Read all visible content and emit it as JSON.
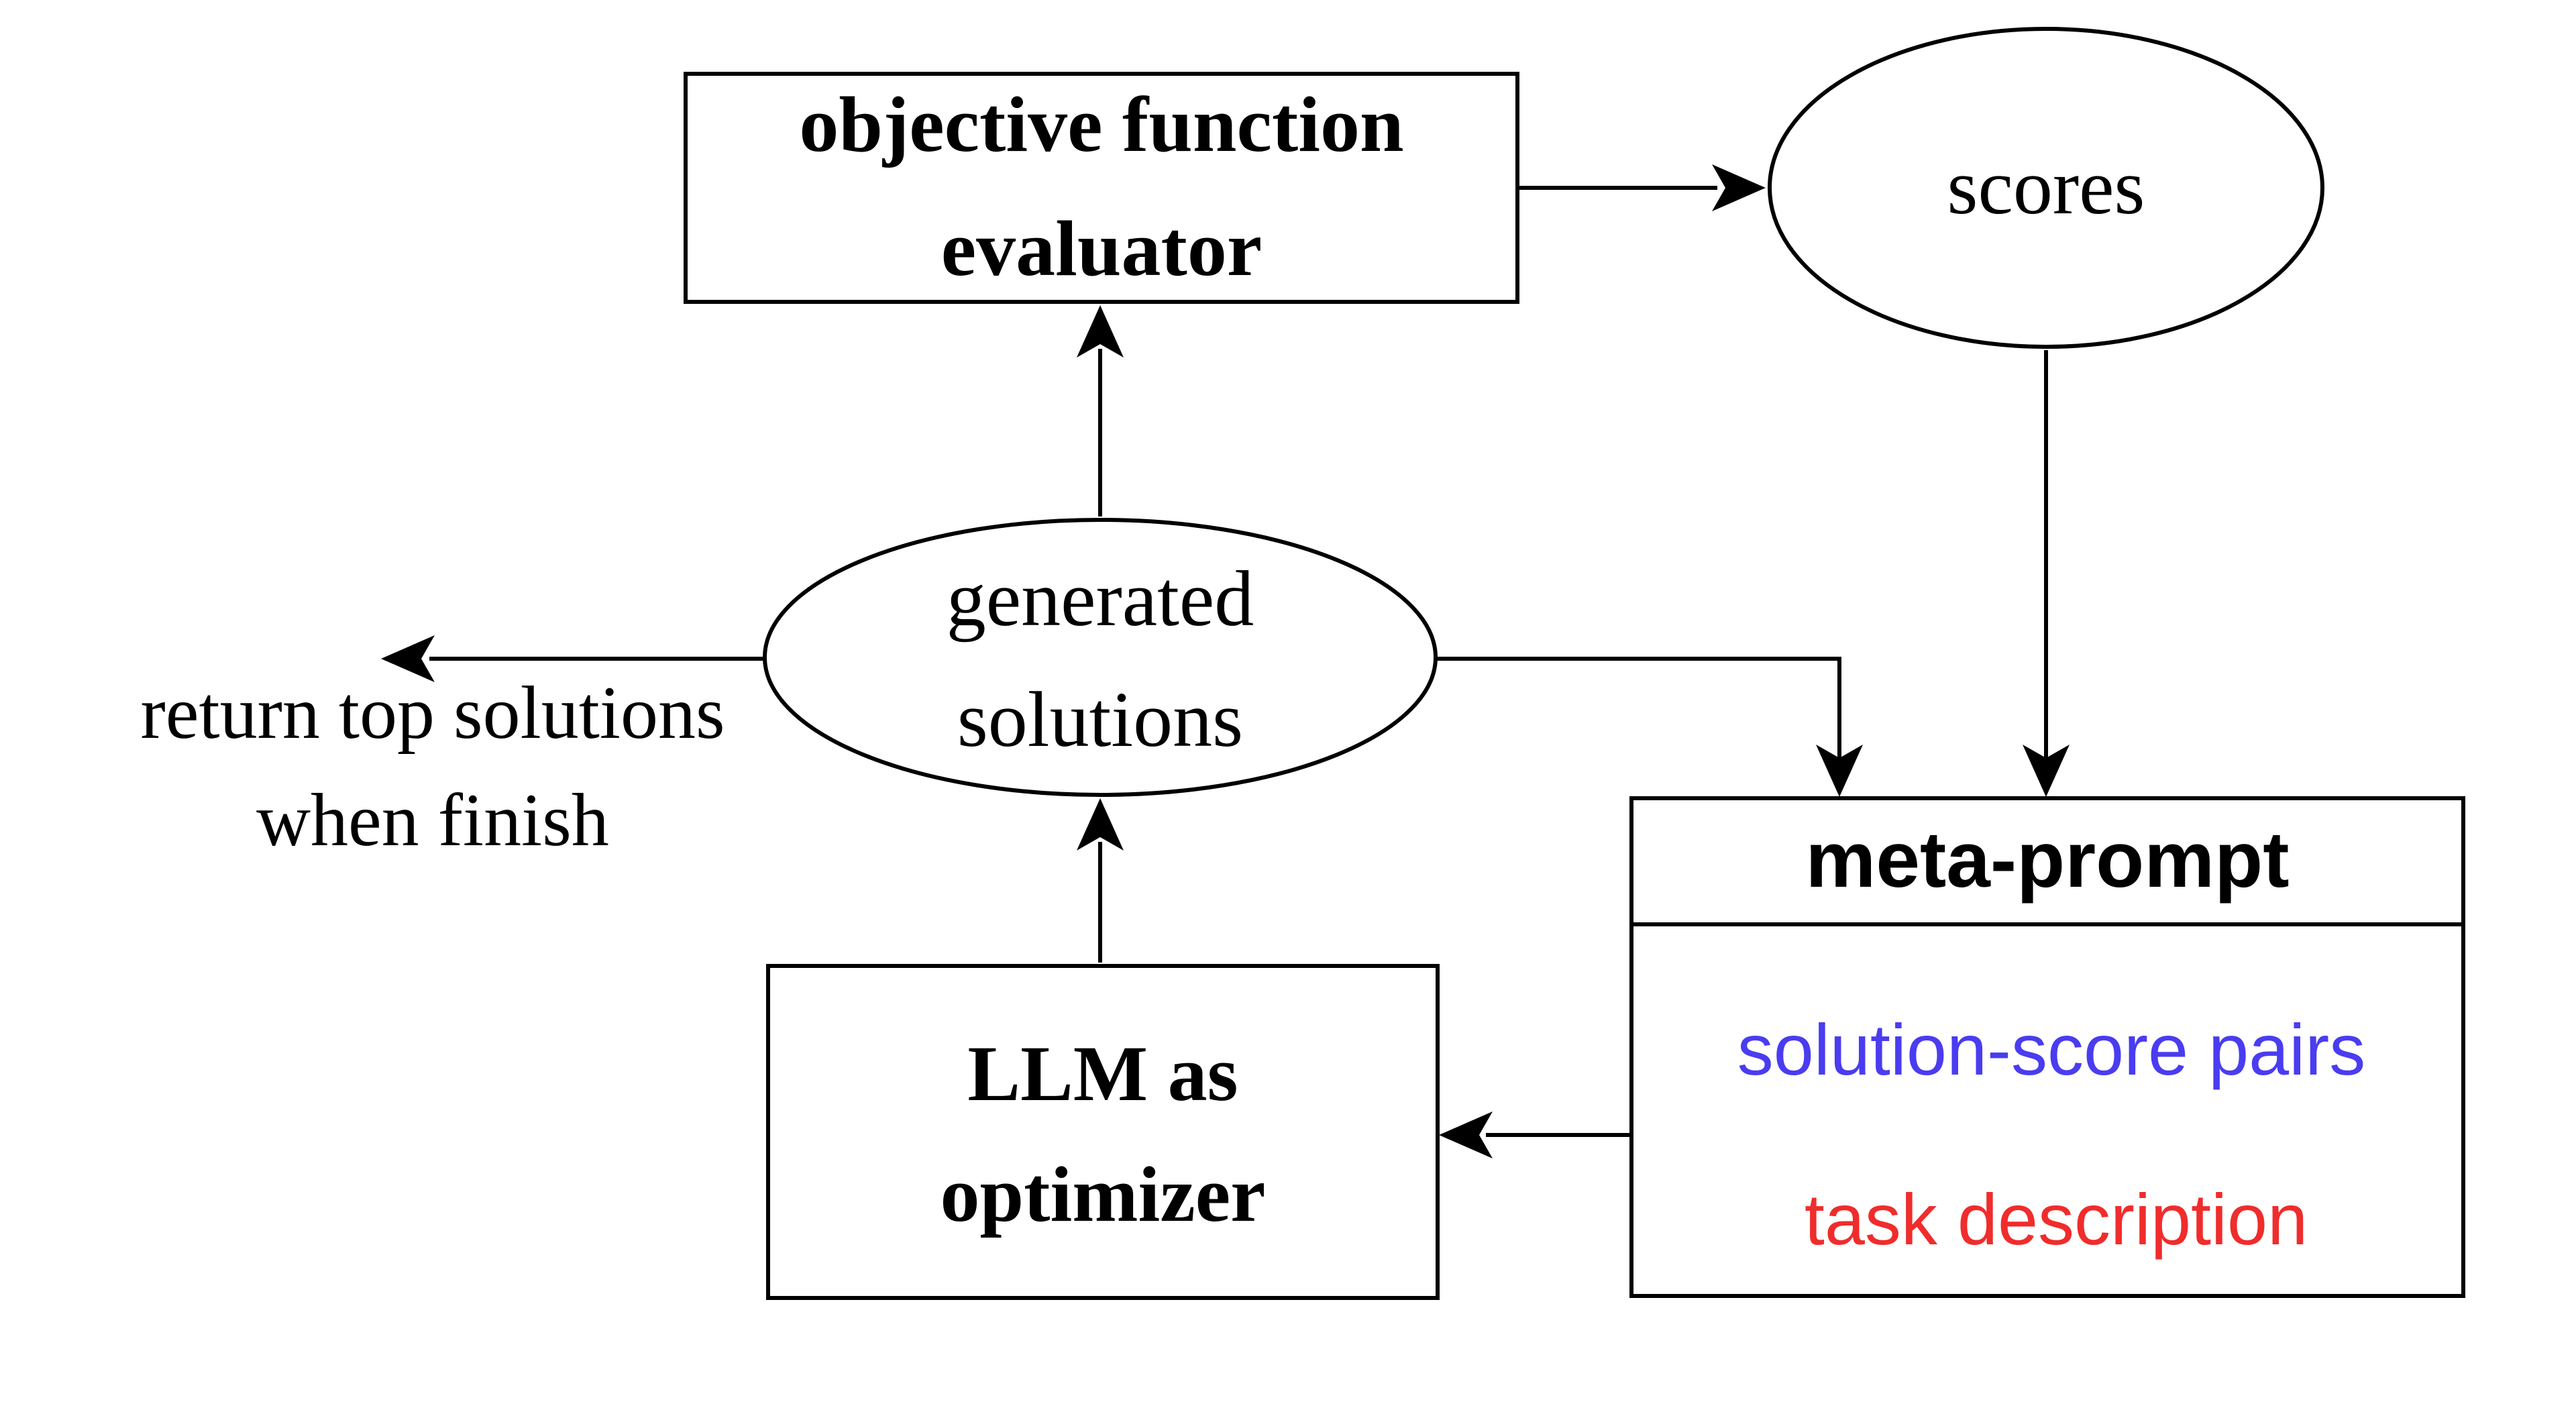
{
  "nodes": {
    "objective_function_evaluator": {
      "line1": "objective function",
      "line2": "evaluator"
    },
    "scores": {
      "label": "scores"
    },
    "generated_solutions": {
      "line1": "generated",
      "line2": "solutions"
    },
    "meta_prompt": {
      "title": "meta-prompt",
      "item1": "solution-score pairs",
      "item2": "task description"
    },
    "llm_optimizer": {
      "line1": "LLM as",
      "line2": "optimizer"
    }
  },
  "edge_labels": {
    "return_top": {
      "line1": "return top solutions",
      "line2": "when finish"
    }
  },
  "colors": {
    "item1": "#4a3cf0",
    "item2": "#f02c2c"
  }
}
